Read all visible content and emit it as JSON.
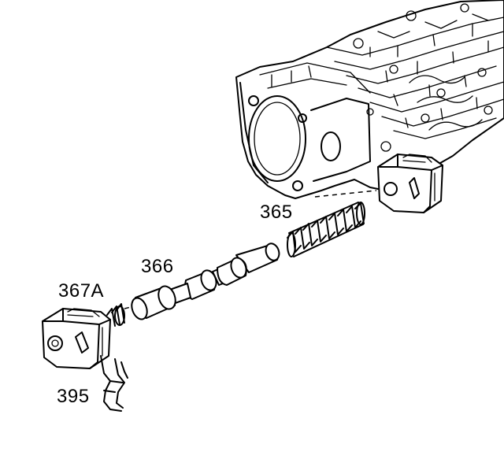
{
  "callouts": {
    "spring": "365",
    "valve": "366",
    "solenoid": "367A",
    "clip": "395"
  }
}
